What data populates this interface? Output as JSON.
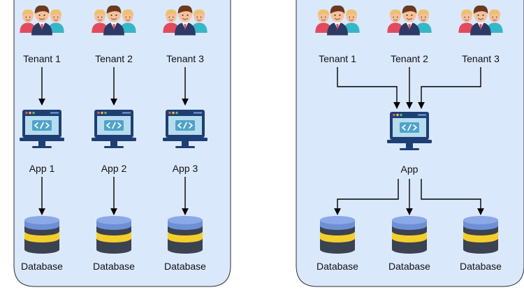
{
  "colors": {
    "panel_fill": "#dae8fc",
    "panel_stroke": "#2f2f2f",
    "arrow": "#000000",
    "monitor_frame": "#1e3f73",
    "monitor_screen": "#b7dcef",
    "code_tag": "#4fa3c9",
    "db_top": "#6d8fd6",
    "db_band": "#f4cf2c",
    "db_dark": "#3b4250",
    "person_skin": "#f5c19c",
    "person_hair_center": "#6b3a1e",
    "person_hair_side": "#f0c070",
    "person_suit": "#2d3a66",
    "person_shirt_left": "#e24b5e",
    "person_shirt_right": "#36b7c8"
  },
  "icons": {
    "tenant": "tenant-group-icon",
    "app": "app-monitor-icon",
    "database": "database-icon"
  },
  "left_panel": {
    "tenants": [
      "Tenant 1",
      "Tenant 2",
      "Tenant 3"
    ],
    "apps": [
      "App 1",
      "App 2",
      "App 3"
    ],
    "databases": [
      "Database",
      "Database",
      "Database"
    ]
  },
  "right_panel": {
    "tenants": [
      "Tenant 1",
      "Tenant 2",
      "Tenant 3"
    ],
    "app": "App",
    "databases": [
      "Database",
      "Database",
      "Database"
    ]
  }
}
